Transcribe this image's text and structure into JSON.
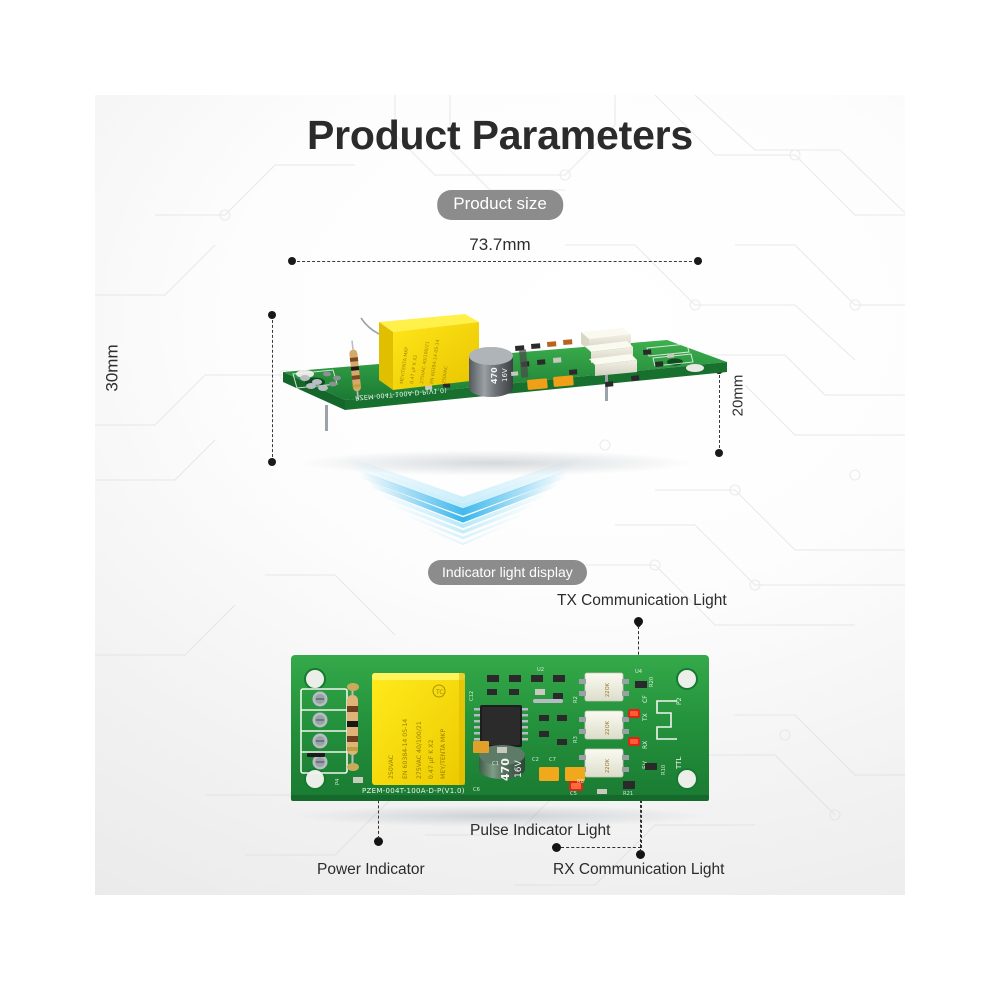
{
  "page": {
    "title": "Product Parameters",
    "background_color": "#ffffff",
    "panel_color": "#f2f2f2"
  },
  "sections": [
    {
      "badge": "Product size",
      "badge_color": "#8c8c8c",
      "dimensions": {
        "width_label": "73.7mm",
        "height_label": "30mm",
        "depth_label": "20mm"
      },
      "board": {
        "silkscreen": "PZEM-004T-100A-D-P(V1.0)",
        "capacitor_label": "470 16V",
        "yellow_cap_color": "#f5d800",
        "pcb_color": "#1e8c3a"
      }
    },
    {
      "badge": "Indicator light display",
      "badge_color": "#8c8c8c",
      "callouts": [
        {
          "label": "TX Communication Light",
          "position": "top"
        },
        {
          "label": "Pulse Indicator Light",
          "position": "bottom-middle"
        },
        {
          "label": "RX Communication Light",
          "position": "bottom-right"
        },
        {
          "label": "Power Indicator",
          "position": "bottom-left"
        }
      ],
      "board": {
        "silkscreen": "PZEM-004T-100A-D-P(V1.0)",
        "capacitor_text": "MEY/TENTA MKP 0.47 µF K X2 275VAC 40/100/21 EN 60384-14 05-14 250VAC",
        "capacitor_value": "0.47 µF",
        "capacitor_voltage": "275VAC",
        "electrolytic_label": "470 16V",
        "connector_label": "TTL",
        "led_labels": [
          "CF",
          "TX",
          "RX",
          "5V"
        ],
        "resistor_block_label": "22OK",
        "pcb_color": "#1e8c3a"
      }
    }
  ],
  "colors": {
    "accent_blue": "#16a9e8",
    "title_text": "#2b2b2b",
    "badge_bg": "#8c8c8c",
    "dim_line": "#3a3a3a",
    "led_red": "#f03020"
  }
}
